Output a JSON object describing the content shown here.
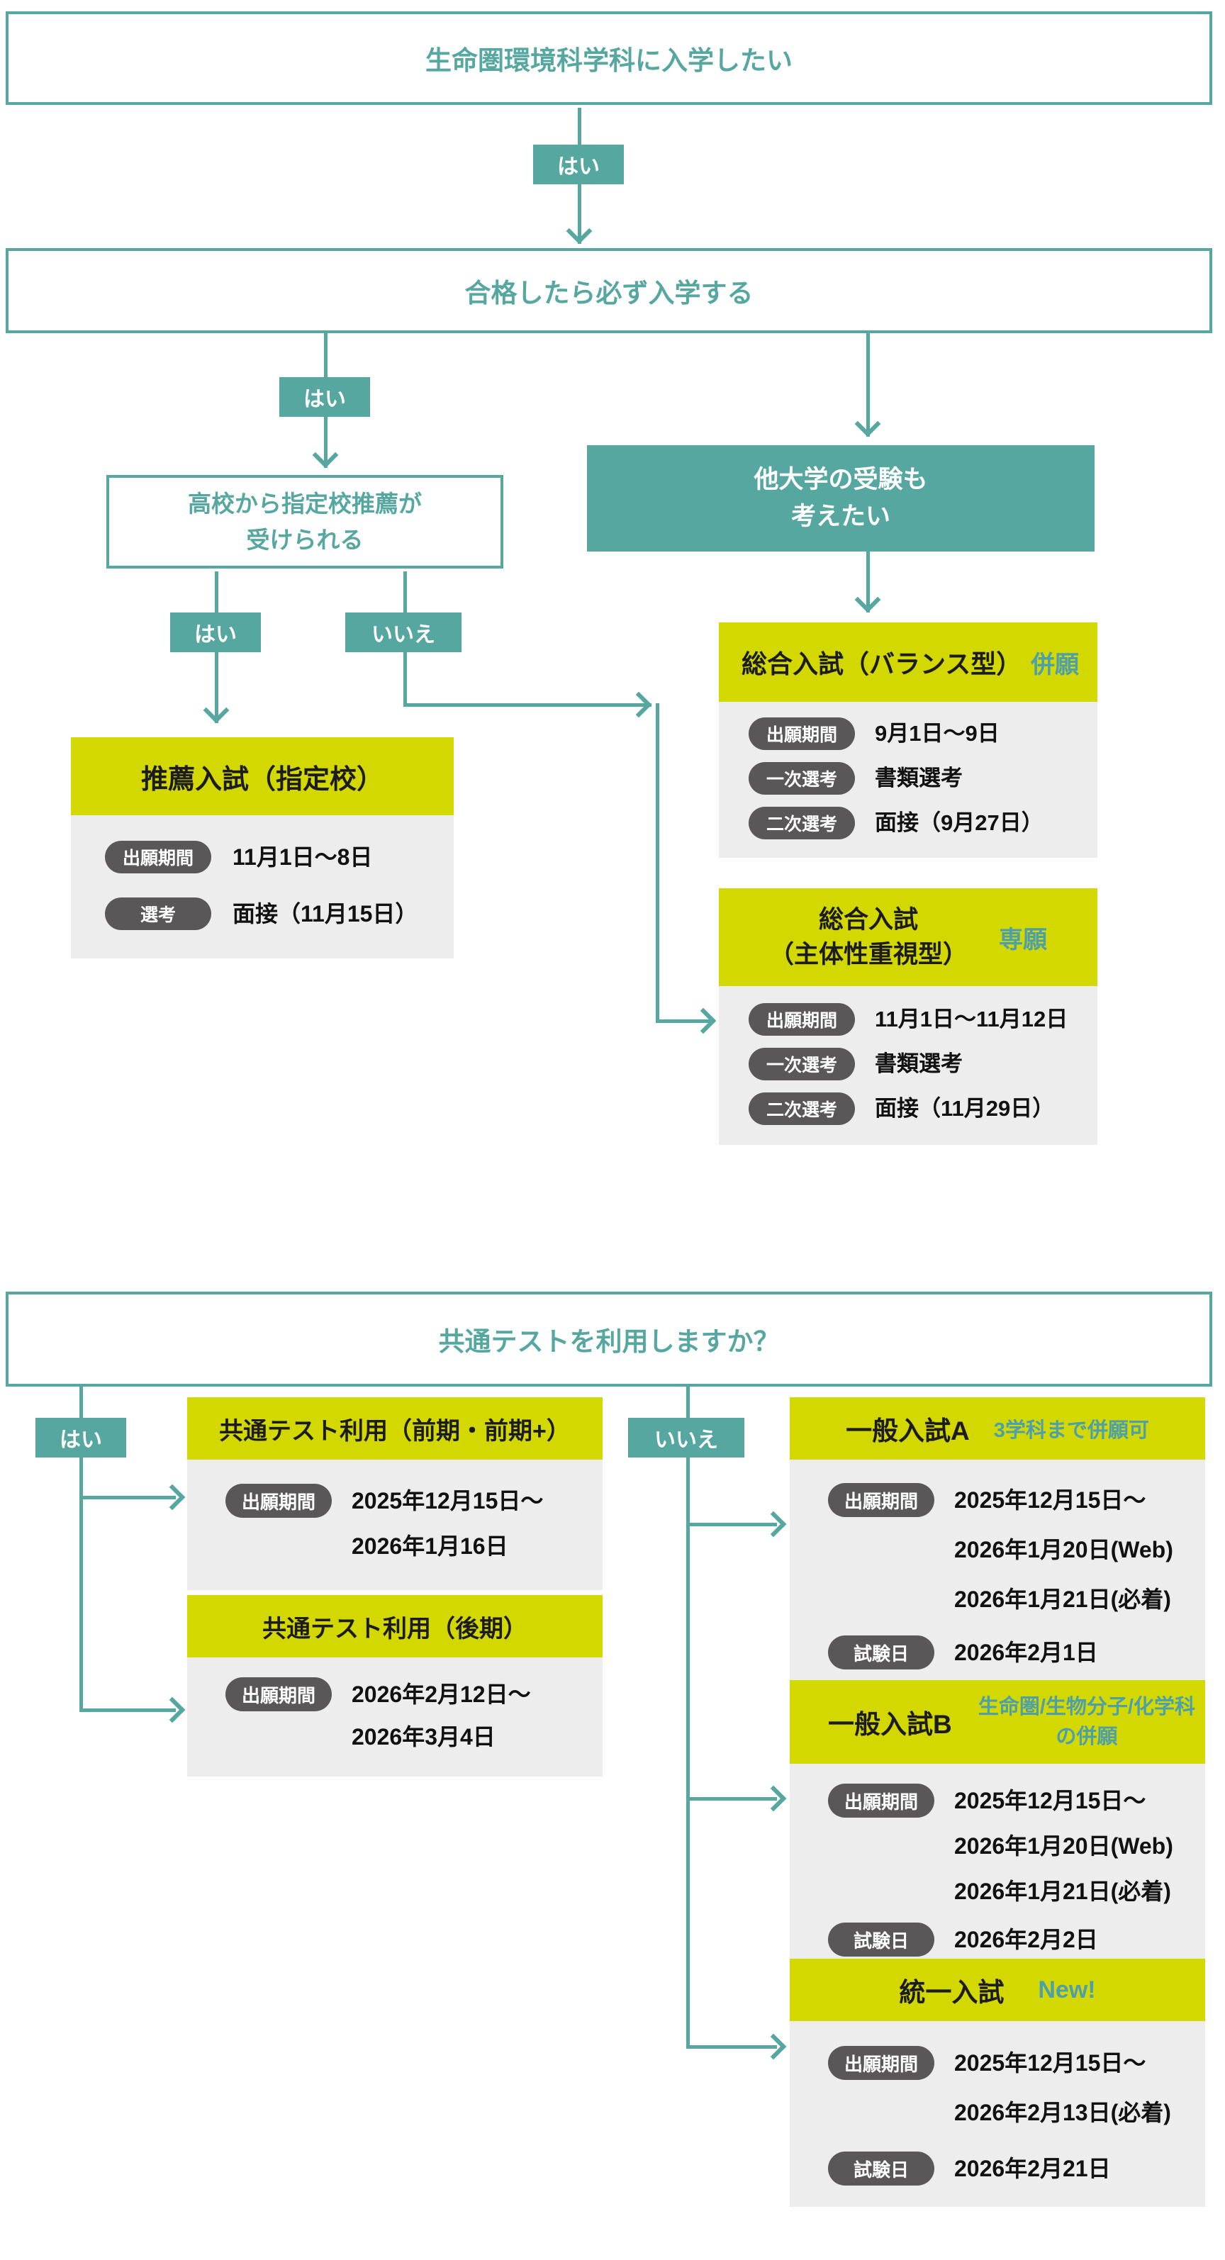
{
  "colors": {
    "teal": "#57a7a1",
    "yellow": "#d2d800",
    "card_body_gray": "#ededed",
    "pill_gray": "#595757",
    "accent_teal_on_yellow": "#4da0aa",
    "text_black": "#111111"
  },
  "flow1": {
    "q1": "生命圏環境科学科に入学したい",
    "yes_top": "はい",
    "q2": "合格したら必ず入学する",
    "yes_left": "はい",
    "q3": {
      "line1": "高校から指定校推薦が",
      "line2": "受けられる"
    },
    "yes_q3": "はい",
    "no_q3": "いいえ",
    "other_univ": {
      "line1": "他大学の受験も",
      "line2": "考えたい"
    },
    "suisen": {
      "title": "推薦入試（指定校）",
      "rows": [
        {
          "pill": "出願期間",
          "value": "11月1日〜8日"
        },
        {
          "pill": "選考",
          "value": "面接（11月15日）"
        }
      ]
    },
    "balance": {
      "title": "総合入試（バランス型）",
      "tag": "併願",
      "rows": [
        {
          "pill": "出願期間",
          "value": "9月1日〜9日"
        },
        {
          "pill": "一次選考",
          "value": "書類選考"
        },
        {
          "pill": "二次選考",
          "value": "面接（9月27日）"
        }
      ]
    },
    "shutai": {
      "title_line1": "総合入試",
      "title_line2": "（主体性重視型）",
      "tag": "専願",
      "rows": [
        {
          "pill": "出願期間",
          "value": "11月1日〜11月12日"
        },
        {
          "pill": "一次選考",
          "value": "書類選考"
        },
        {
          "pill": "二次選考",
          "value": "面接（11月29日）"
        }
      ]
    }
  },
  "flow2": {
    "q": "共通テストを利用しますか？",
    "yes": "はい",
    "no": "いいえ",
    "zenki": {
      "title": "共通テスト利用（前期・前期+）",
      "pill": "出願期間",
      "lines": [
        "2025年12月15日〜",
        "2026年1月16日"
      ]
    },
    "kouki": {
      "title": "共通テスト利用（後期）",
      "pill": "出願期間",
      "lines": [
        "2026年2月12日〜",
        "2026年3月4日"
      ]
    },
    "ippanA": {
      "title": "一般入試A",
      "tag": "3学科まで併願可",
      "pill1": "出願期間",
      "lines": [
        "2025年12月15日〜",
        "2026年1月20日(Web)",
        "2026年1月21日(必着)"
      ],
      "pill2": "試験日",
      "exam_date": "2026年2月1日"
    },
    "ippanB": {
      "title": "一般入試B",
      "tag_line1": "生命圏/生物分子/化学科",
      "tag_line2": "の併願",
      "pill1": "出願期間",
      "lines": [
        "2025年12月15日〜",
        "2026年1月20日(Web)",
        "2026年1月21日(必着)"
      ],
      "pill2": "試験日",
      "exam_date": "2026年2月2日"
    },
    "touitsu": {
      "title": "統一入試",
      "tag": "New!",
      "pill1": "出願期間",
      "lines": [
        "2025年12月15日〜",
        "2026年2月13日(必着)"
      ],
      "pill2": "試験日",
      "exam_date": "2026年2月21日"
    }
  }
}
